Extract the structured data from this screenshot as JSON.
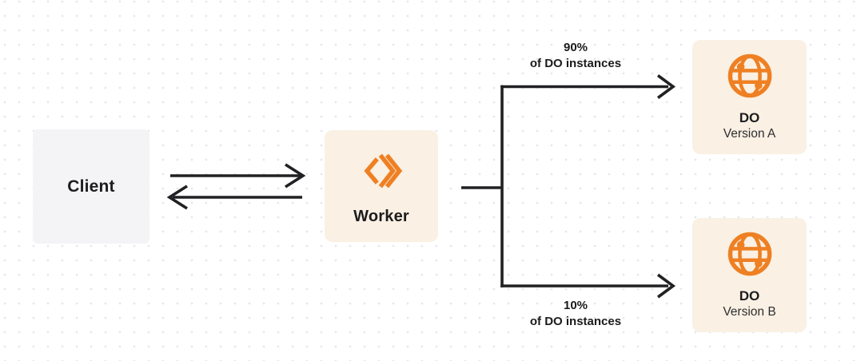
{
  "colors": {
    "background": "#FFFFFF",
    "dot_grid": "#E7E7EA",
    "client_box_fill": "#F4F4F6",
    "orange_box_fill": "#FAF0E3",
    "accent_orange": "#EE8023",
    "connector_line": "#212124",
    "text_primary": "#1C1C1E",
    "text_secondary": "#2E2E30"
  },
  "nodes": {
    "client": {
      "label": "Client"
    },
    "worker": {
      "label": "Worker",
      "icon": "cloudflare-workers-icon"
    },
    "do_version_a": {
      "title": "DO",
      "subtitle": "Version A",
      "icon": "durable-object-globe-icon"
    },
    "do_version_b": {
      "title": "DO",
      "subtitle": "Version B",
      "icon": "durable-object-globe-icon"
    }
  },
  "edges": {
    "top_branch": {
      "percent": "90%",
      "caption": "of DO instances"
    },
    "bottom_branch": {
      "percent": "10%",
      "caption": "of DO instances"
    }
  }
}
